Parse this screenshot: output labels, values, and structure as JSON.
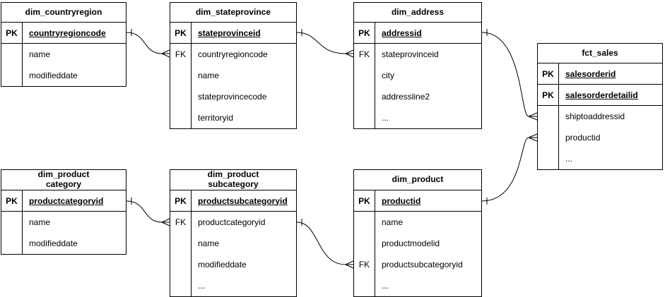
{
  "colors": {
    "line": "#000000",
    "background": "#ffffff",
    "text": "#000000"
  },
  "tables": [
    {
      "name": "dim_countryregion",
      "title": "dim_countryregion",
      "rows": [
        {
          "key": "PK",
          "field": "countryregioncode",
          "is_pk": true
        },
        {
          "key": "",
          "field": "name"
        },
        {
          "key": "",
          "field": "modifieddate"
        }
      ]
    },
    {
      "name": "dim_stateprovince",
      "title": "dim_stateprovince",
      "rows": [
        {
          "key": "PK",
          "field": "stateprovinceid",
          "is_pk": true
        },
        {
          "key": "FK",
          "field": "countryregioncode"
        },
        {
          "key": "",
          "field": "name"
        },
        {
          "key": "",
          "field": "stateprovincecode"
        },
        {
          "key": "",
          "field": "territoryid"
        }
      ]
    },
    {
      "name": "dim_address",
      "title": "dim_address",
      "rows": [
        {
          "key": "PK",
          "field": "addressid",
          "is_pk": true
        },
        {
          "key": "FK",
          "field": "stateprovinceid"
        },
        {
          "key": "",
          "field": "city"
        },
        {
          "key": "",
          "field": "addressline2"
        },
        {
          "key": "",
          "field": "..."
        }
      ]
    },
    {
      "name": "fct_sales",
      "title": "fct_sales",
      "rows": [
        {
          "key": "PK",
          "field": "salesorderid",
          "is_pk": true
        },
        {
          "key": "PK",
          "field": "salesorderdetailid",
          "is_pk": true
        },
        {
          "key": "",
          "field": "shiptoaddressid"
        },
        {
          "key": "",
          "field": "productid"
        },
        {
          "key": "",
          "field": "..."
        }
      ]
    },
    {
      "name": "dim_productcategory",
      "title": "dim_product\ncategory",
      "rows": [
        {
          "key": "PK",
          "field": "productcategoryid",
          "is_pk": true
        },
        {
          "key": "",
          "field": "name"
        },
        {
          "key": "",
          "field": "modifieddate"
        }
      ]
    },
    {
      "name": "dim_productsubcategory",
      "title": "dim_product\nsubcategory",
      "rows": [
        {
          "key": "PK",
          "field": "productsubcategoryid",
          "is_pk": true
        },
        {
          "key": "FK",
          "field": "productcategoryid"
        },
        {
          "key": "",
          "field": "name"
        },
        {
          "key": "",
          "field": "modifieddate"
        },
        {
          "key": "",
          "field": "..."
        }
      ]
    },
    {
      "name": "dim_product",
      "title": "dim_product",
      "rows": [
        {
          "key": "PK",
          "field": "productid",
          "is_pk": true
        },
        {
          "key": "",
          "field": "name"
        },
        {
          "key": "",
          "field": "productmodelid"
        },
        {
          "key": "FK",
          "field": "productsubcategoryid"
        },
        {
          "key": "",
          "field": "..."
        }
      ]
    }
  ],
  "relationships": [
    {
      "from_table": "dim_countryregion",
      "from_field": "countryregioncode",
      "to_table": "dim_stateprovince",
      "to_field": "countryregioncode",
      "cardinality": "one-to-many"
    },
    {
      "from_table": "dim_stateprovince",
      "from_field": "stateprovinceid",
      "to_table": "dim_address",
      "to_field": "stateprovinceid",
      "cardinality": "one-to-many"
    },
    {
      "from_table": "dim_address",
      "from_field": "addressid",
      "to_table": "fct_sales",
      "to_field": "shiptoaddressid",
      "cardinality": "one-to-many"
    },
    {
      "from_table": "dim_product",
      "from_field": "productid",
      "to_table": "fct_sales",
      "to_field": "productid",
      "cardinality": "one-to-many"
    },
    {
      "from_table": "dim_productcategory",
      "from_field": "productcategoryid",
      "to_table": "dim_productsubcategory",
      "to_field": "productcategoryid",
      "cardinality": "one-to-many"
    },
    {
      "from_table": "dim_productsubcategory",
      "from_field": "productsubcategoryid",
      "to_table": "dim_product",
      "to_field": "productsubcategoryid",
      "cardinality": "one-to-many"
    }
  ]
}
